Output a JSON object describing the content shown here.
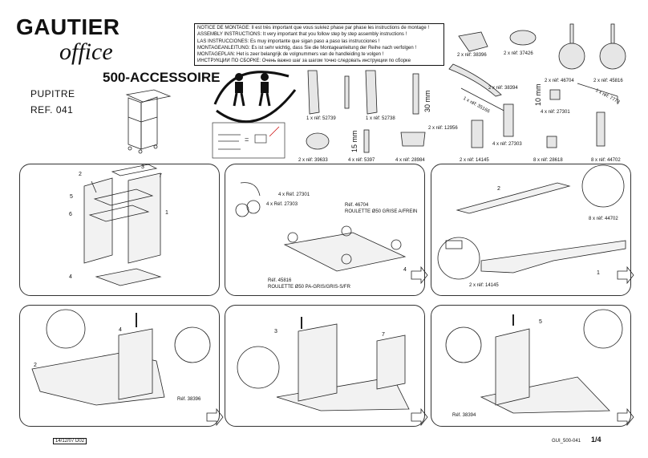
{
  "header": {
    "brand": "GAUTIER",
    "brand_sub": "office",
    "collection": "500-ACCESSOIRE",
    "product": "PUPITRE",
    "reference": "REF. 041"
  },
  "notice": [
    "NOTICE DE MONTAGE: Il est très important que vous suiviez phase par phase les instructions de montage !",
    "ASSEMBLY INSTRUCTIONS: It very important that you follow step by step assembly instructions !",
    "LAS INSTRUCCIONES: Es muy importante que sigan paso a paso las instrucciones !",
    "MONTAGEANLEITUNG: Es ist sehr wichtig, dass Sie die Montageanleitung der Reihe nach verfolgen !",
    "MONTAGEPLAN: Het is zeer belangrijk de volgnummers van de handleiding te volgen !",
    "ИНСТРУКЦИИ ПО СБОРКЕ: Очень важно шаг за шагом точно следовать инструкции по сборке"
  ],
  "parts": {
    "p38396": "2 x réf: 38396",
    "p37426": "2 x réf: 37426",
    "p46704": "2 x réf: 46704",
    "p45816": "2 x réf: 45816",
    "p38394": "2 x réf: 38394",
    "p35166": "1 x réf: 35166",
    "p7773": "1 x réf: 7773",
    "p52739": "1 x réf: 52739",
    "p52738": "1 x réf: 52738",
    "p12956": "2 x réf: 12956",
    "p27301": "4 x réf: 27301",
    "p39633": "2 x réf: 39633",
    "p5397": "4 x réf: 5397",
    "p28984": "4 x réf: 28984",
    "p14145": "2 x réf: 14145",
    "p27303": "4 x réf: 27303",
    "p28618": "8 x réf: 28618",
    "p44702": "8 x réf: 44702",
    "dim30": "30 mm",
    "dim10": "10 mm",
    "dim15": "15 mm"
  },
  "step2": {
    "c1": "4 x Réf. 27301",
    "c2": "4 x Réf. 27303",
    "front_ref": "Réf. 46704",
    "front_desc": "ROULETTE Ø50 GRISE A/FREIN",
    "rear_ref": "Réf. 45816",
    "rear_desc": "ROULETTE Ø50 PA-GRIS/GRIS-S/FR"
  },
  "step3": {
    "c1": "8 x réf: 44702",
    "c2": "2 x réf: 14145"
  },
  "step4": {
    "c1": "Réf. 38396"
  },
  "step6": {
    "c1": "Réf. 38394"
  },
  "labels": {
    "n1": "1",
    "n2": "2",
    "n3": "3",
    "n4": "4",
    "n5": "5",
    "n6": "6",
    "n7": "7"
  },
  "footer": {
    "date": "14/12/07 D02",
    "code": "GUI_500-041",
    "page": "1/4"
  }
}
